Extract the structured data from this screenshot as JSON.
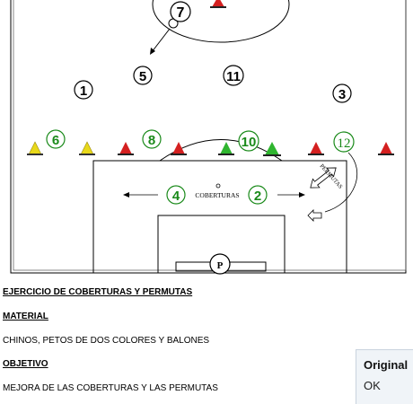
{
  "diagram": {
    "players": {
      "p7": "7",
      "p5": "5",
      "p11": "11",
      "p1": "1",
      "p3": "3",
      "p6": "6",
      "p8": "8",
      "p10": "10",
      "p12": "12",
      "p4": "4",
      "p2": "2",
      "gk": "P"
    },
    "labels": {
      "zone": "COBERTURAS",
      "rotation": "PERMUTAS"
    },
    "colors": {
      "line": "#000000",
      "green_player": "#1a8a1a",
      "cone_red": "#d42020",
      "cone_yellow": "#e8d81a",
      "cone_green": "#2fb52f"
    }
  },
  "document": {
    "line1": "EJERCICIO DE COBERTURAS Y PERMUTAS",
    "line2": "MATERIAL",
    "line3": "CHINOS, PETOS DE DOS COLORES  Y BALONES",
    "line4": "OBJETIVO",
    "line5": "MEJORA DE LAS COBERTURAS Y LAS PERMUTAS"
  },
  "popup": {
    "title": "Original",
    "ok": "OK"
  }
}
